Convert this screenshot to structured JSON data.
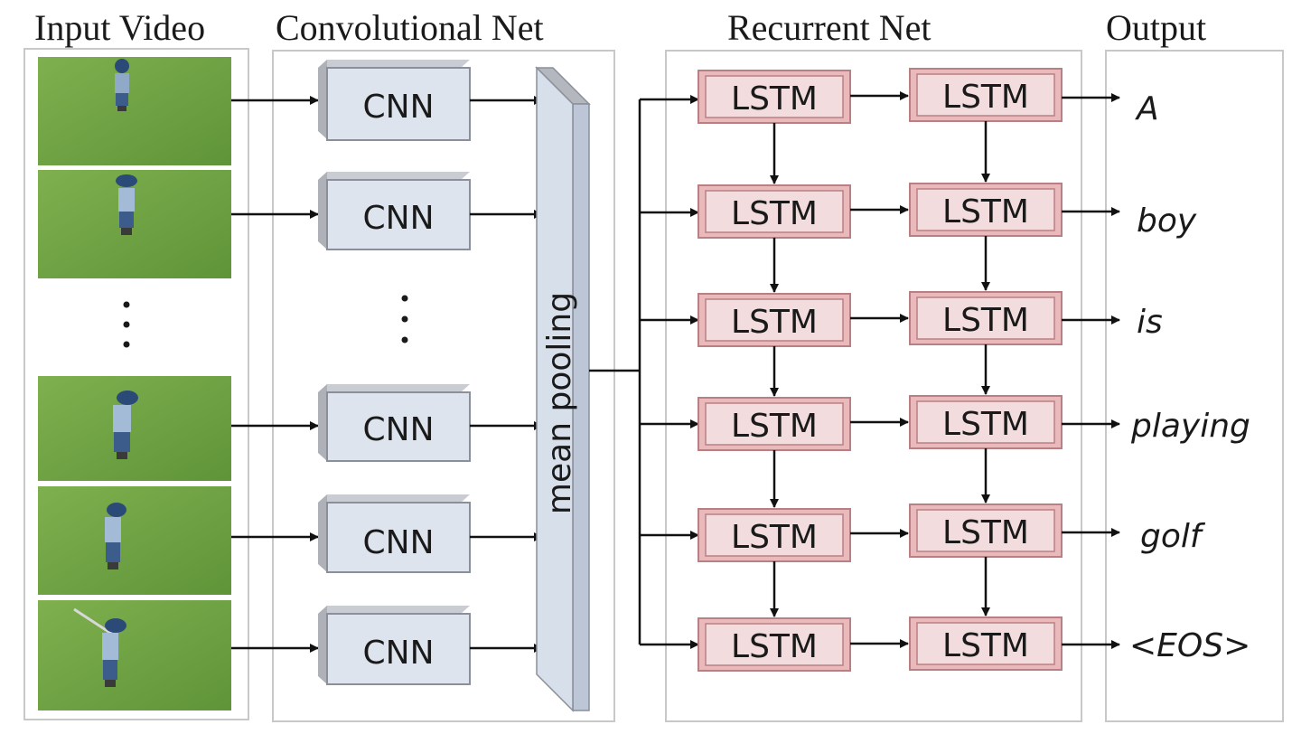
{
  "headers": {
    "input": "Input Video",
    "conv": "Convolutional Net",
    "recurrent": "Recurrent Net",
    "output": "Output"
  },
  "cnn_label": "CNN",
  "pooling_label": "mean pooling",
  "lstm_label": "LSTM",
  "outputs": [
    "A",
    "boy",
    "is",
    "playing",
    "golf",
    "<EOS>"
  ],
  "colors": {
    "cnn_fill": "#dde4ee",
    "cnn_side": "#b9bcc3",
    "pool_fill": "#d7dfeb",
    "lstm_outer": "#e9b9bb",
    "lstm_inner": "#f3dcdd",
    "lstm_stroke": "#b98083",
    "grass": "#74a646"
  },
  "icons": [
    "video-frame-image",
    "ellipsis-dots"
  ]
}
